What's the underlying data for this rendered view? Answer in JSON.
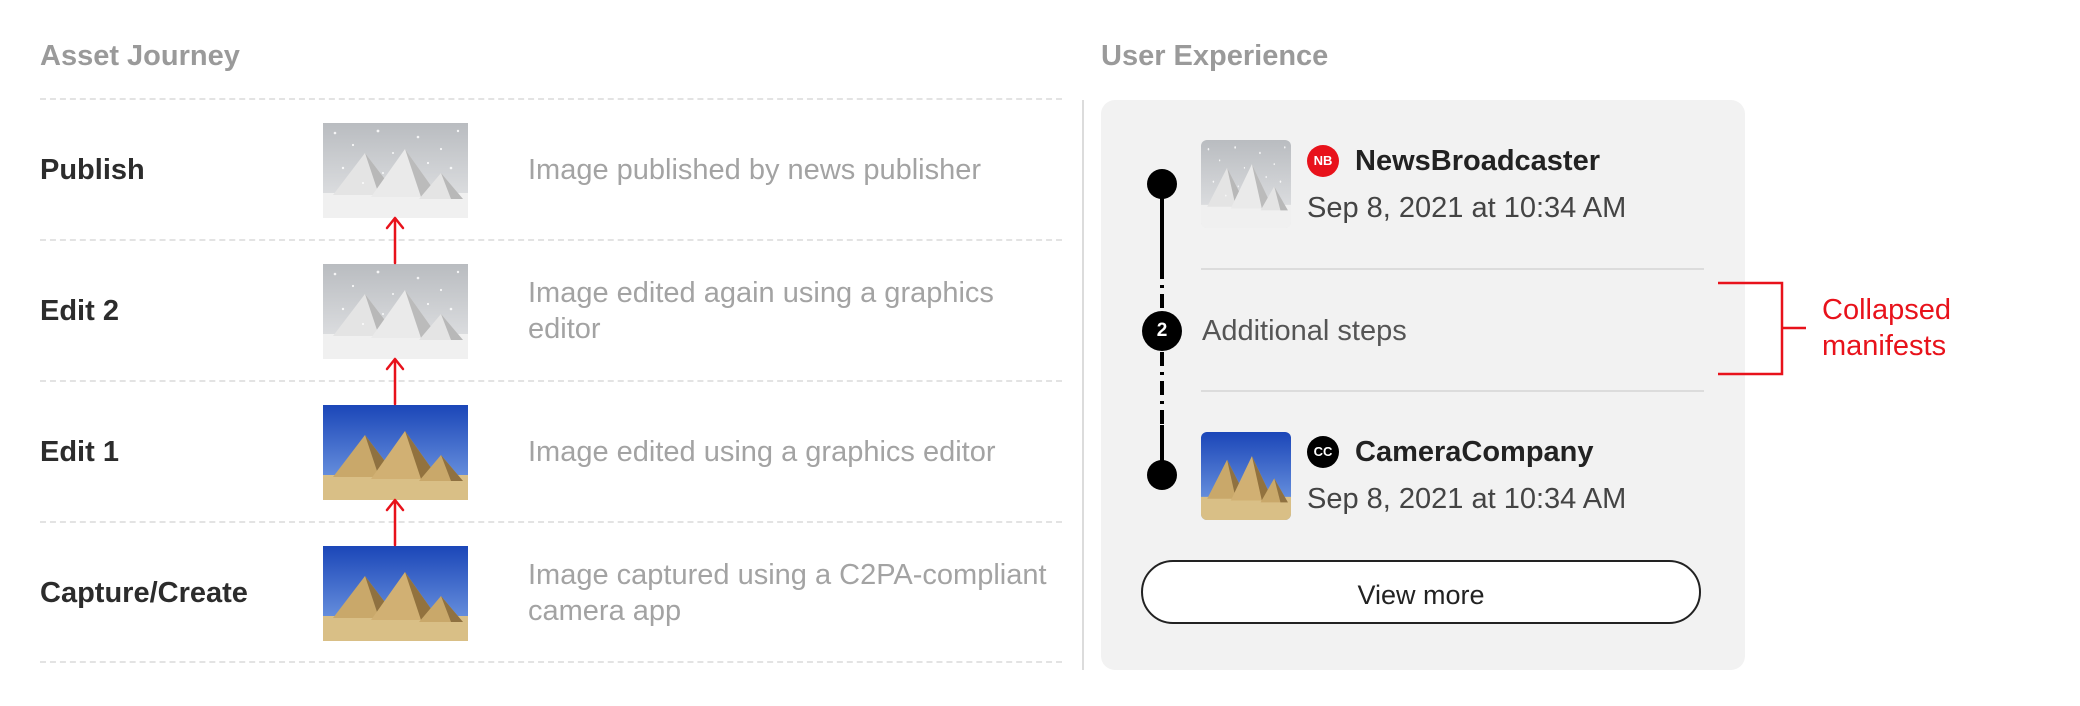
{
  "asset_journey": {
    "title": "Asset Journey",
    "steps": [
      {
        "label": "Publish",
        "description": "Image published by news publisher",
        "image": "snowy-pyramids"
      },
      {
        "label": "Edit 2",
        "description": "Image edited again using a graphics editor",
        "image": "snowy-pyramids"
      },
      {
        "label": "Edit 1",
        "description": "Image edited using a graphics editor",
        "image": "desert-pyramids"
      },
      {
        "label": "Capture/Create",
        "description": "Image captured using a C2PA-compliant camera app",
        "image": "desert-pyramids"
      }
    ],
    "arrow_color": "#e8121b"
  },
  "user_experience": {
    "title": "User Experience",
    "entries": [
      {
        "badge": "NB",
        "badge_color": "#e8121b",
        "name": "NewsBroadcaster",
        "date": "Sep 8, 2021 at 10:34 AM",
        "image": "snowy-pyramids"
      },
      {
        "badge": "CC",
        "badge_color": "#000000",
        "name": "CameraCompany",
        "date": "Sep 8, 2021 at 10:34 AM",
        "image": "desert-pyramids"
      }
    ],
    "additional": {
      "count": "2",
      "label": "Additional steps"
    },
    "view_more": "View more"
  },
  "annotation": {
    "text": "Collapsed manifests",
    "color": "#e8121b"
  }
}
